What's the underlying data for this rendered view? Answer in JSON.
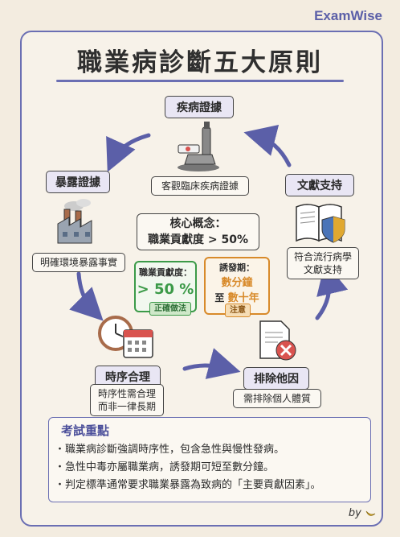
{
  "brand": "ExamWise",
  "title": "職業病診斷五大原則",
  "nodes": {
    "disease": {
      "title": "疾病證據",
      "desc": "客觀臨床疾病證據"
    },
    "exposure": {
      "title": "暴露證據",
      "desc": "明確環境暴露事實"
    },
    "literature": {
      "title": "文獻支持",
      "desc_1": "符合流行病學",
      "desc_2": "文獻支持"
    },
    "timing": {
      "title": "時序合理",
      "desc_1": "時序性需合理",
      "desc_2": "而非一律長期"
    },
    "exclusion": {
      "title": "排除他因",
      "desc": "需排除個人體質"
    }
  },
  "core": {
    "line_1": "核心概念：",
    "line_2": "職業貢獻度 > 50%",
    "contribution": {
      "label": "職業貢獻度：",
      "value": "> 50 %",
      "tag": "正確做法"
    },
    "latency": {
      "label": "誘發期：",
      "value_1": "數分鐘",
      "connector": "至",
      "value_2": "數十年",
      "tag": "注意"
    }
  },
  "exam": {
    "title": "考試重點",
    "points": [
      "・職業病診斷強調時序性，包含急性與慢性發病。",
      "・急性中毒亦屬職業病，誘發期可短至數分鐘。",
      "・判定標準通常要求職業暴露為致病的「主要貢獻因素」。"
    ]
  },
  "footer": "by",
  "colors": {
    "accent": "#6b6fb3",
    "green": "#3b9a48",
    "orange": "#d88a2a",
    "red": "#d9534f"
  },
  "icons": [
    "microscope-icon",
    "factory-icon",
    "book-shield-icon",
    "clock-calendar-icon",
    "document-x-icon",
    "banana-icon"
  ]
}
